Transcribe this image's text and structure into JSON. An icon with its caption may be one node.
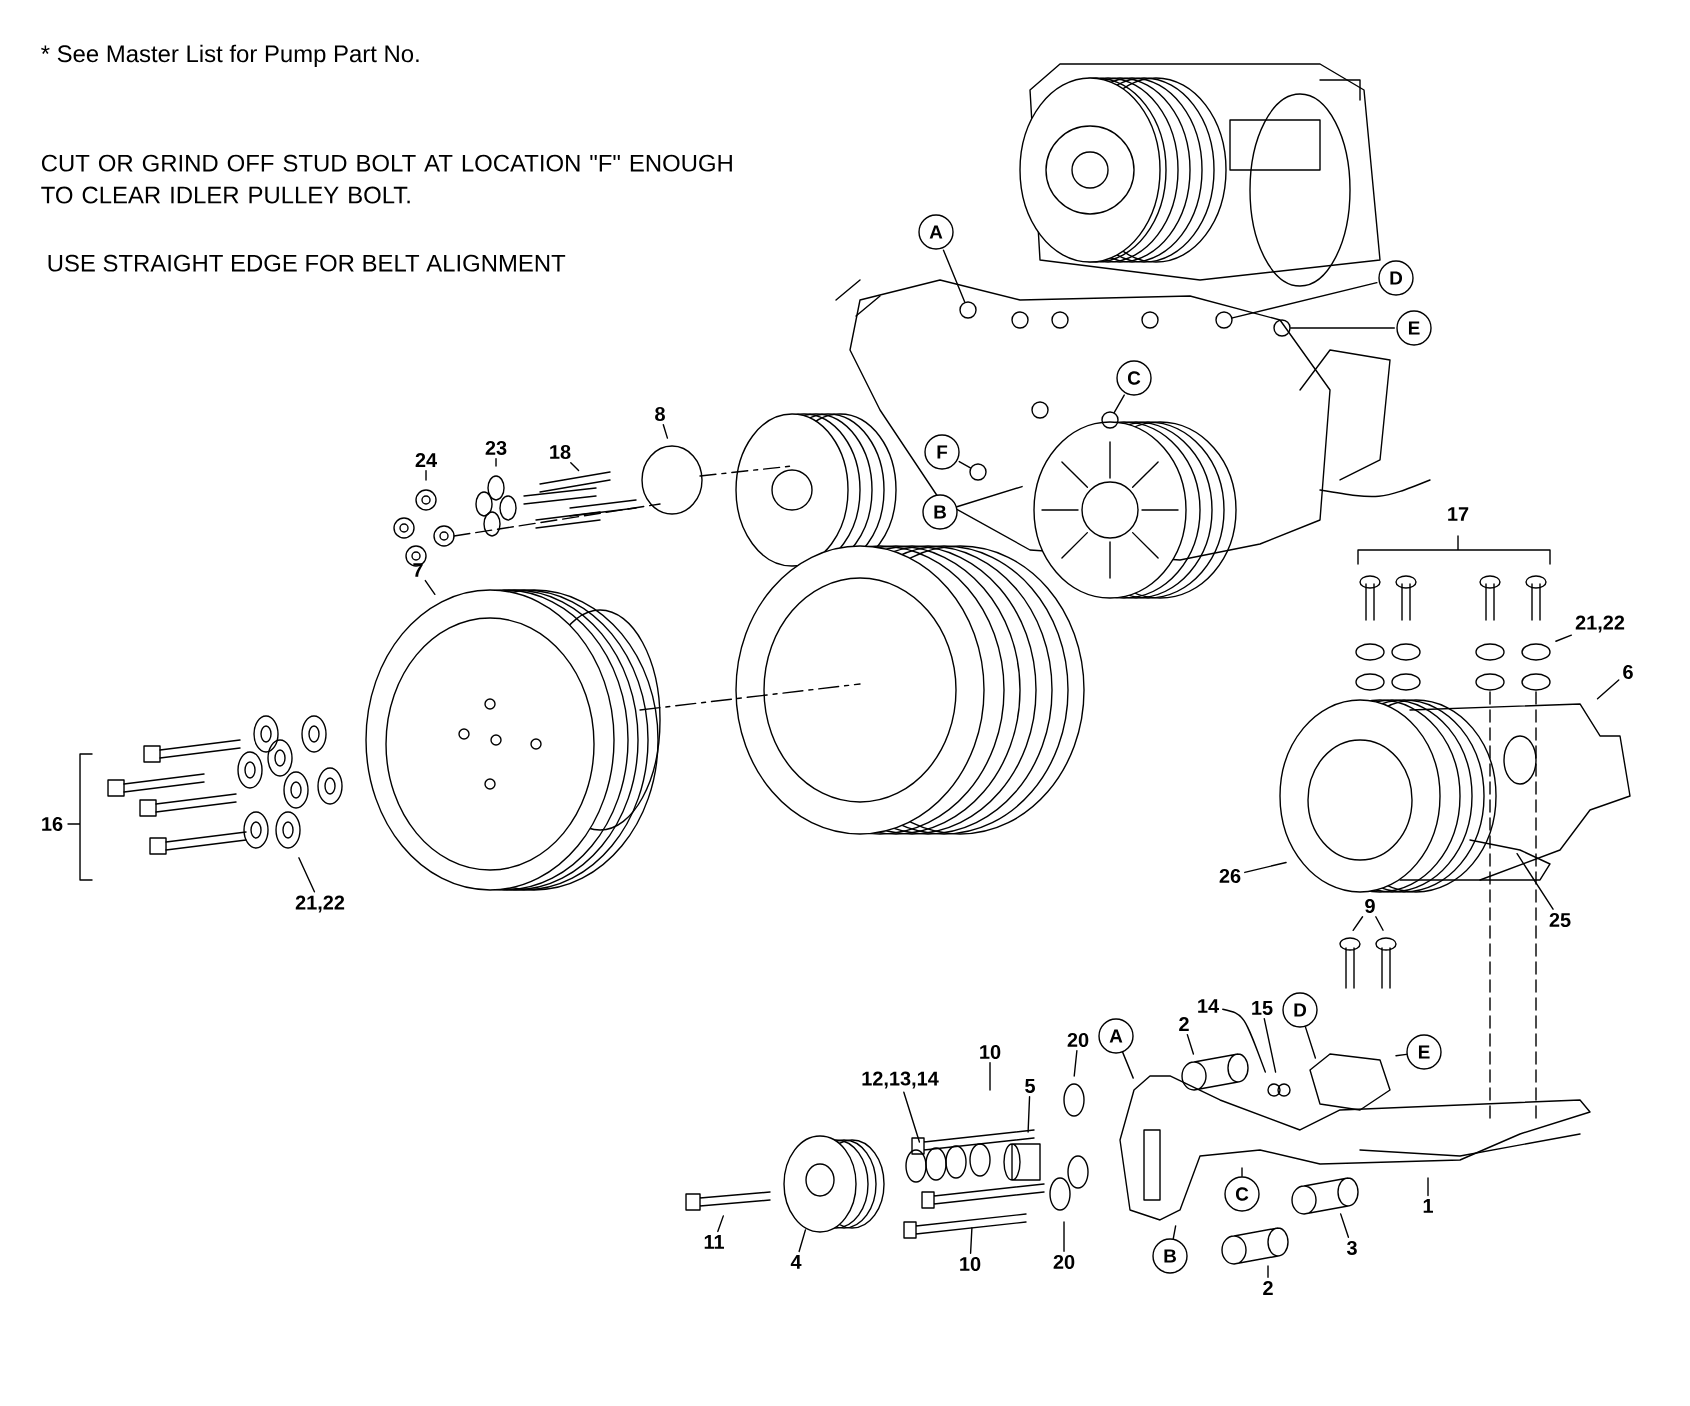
{
  "diagram": {
    "nodes": [
      {
        "text": [
          "A"
        ]
      },
      {
        "text": [
          "D"
        ]
      },
      {
        "text": [
          "E"
        ]
      },
      {
        "text": [
          "C"
        ]
      },
      {
        "text": [
          "F"
        ]
      },
      {
        "text": [
          "B"
        ]
      },
      {
        "text": [
          "24"
        ]
      },
      {
        "text": [
          "23"
        ]
      },
      {
        "text": [
          "18"
        ]
      },
      {
        "text": [
          "8"
        ]
      },
      {
        "text": [
          "7"
        ]
      },
      {
        "text": [
          "21,22"
        ]
      },
      {
        "text": [
          "6"
        ]
      },
      {
        "text": [
          "21,22"
        ]
      },
      {
        "text": [
          "26"
        ]
      },
      {
        "text": [
          "25"
        ]
      },
      {
        "text": [
          "9"
        ]
      },
      {
        "text": [
          "14"
        ]
      },
      {
        "text": [
          "15"
        ]
      },
      {
        "text": [
          "D"
        ]
      },
      {
        "text": [
          "2"
        ]
      },
      {
        "text": [
          "A"
        ]
      },
      {
        "text": [
          "E"
        ]
      },
      {
        "text": [
          "10"
        ]
      },
      {
        "text": [
          "20"
        ]
      },
      {
        "text": [
          "12,13,14"
        ]
      },
      {
        "text": [
          "5"
        ]
      },
      {
        "text": [
          "C"
        ]
      },
      {
        "text": [
          "11"
        ]
      },
      {
        "text": [
          "4"
        ]
      },
      {
        "text": [
          "10"
        ]
      },
      {
        "text": [
          "20"
        ]
      },
      {
        "text": [
          "B"
        ]
      },
      {
        "text": [
          "3"
        ]
      },
      {
        "text": [
          "2"
        ]
      },
      {
        "text": [
          "1"
        ]
      },
      {
        "text": [],
        "shape": "circle"
      },
      {
        "text": [],
        "shape": "circle"
      },
      {
        "text": [],
        "shape": "circle"
      },
      {
        "text": [],
        "shape": "circle"
      },
      {
        "text": [],
        "shape": "circle"
      }
    ],
    "edges": [
      {
        "from": 0,
        "to": 36,
        "arrow": "none"
      },
      {
        "from": 1,
        "to": 37,
        "arrow": "none"
      },
      {
        "from": 2,
        "to": 38,
        "arrow": "none"
      },
      {
        "from": 3,
        "to": 39,
        "arrow": "none"
      },
      {
        "from": 4,
        "to": 40,
        "arrow": "none"
      },
      {
        "from": 5,
        "to": null,
        "arrow": "none"
      },
      {
        "from": 6,
        "to": null,
        "arrow": "none"
      },
      {
        "from": 7,
        "to": null,
        "arrow": "none"
      },
      {
        "from": 8,
        "to": null,
        "arrow": "none"
      },
      {
        "from": 9,
        "to": null,
        "arrow": "none"
      },
      {
        "from": 10,
        "to": null,
        "arrow": "none"
      },
      {
        "from": 11,
        "to": null,
        "arrow": "none"
      },
      {
        "from": 12,
        "to": null,
        "arrow": "none"
      },
      {
        "from": 13,
        "to": null,
        "arrow": "none"
      },
      {
        "from": 14,
        "to": null,
        "arrow": "none"
      },
      {
        "from": 15,
        "to": null,
        "arrow": "none"
      },
      {
        "from": 16,
        "to": null,
        "arrow": "none"
      },
      {
        "from": 16,
        "to": null,
        "arrow": "none"
      },
      {
        "from": 17,
        "to": null,
        "arrow": "none"
      },
      {
        "from": 18,
        "to": null,
        "arrow": "none"
      },
      {
        "from": 19,
        "to": null,
        "arrow": "none"
      },
      {
        "from": 20,
        "to": null,
        "arrow": "none"
      },
      {
        "from": 21,
        "to": null,
        "arrow": "none"
      },
      {
        "from": 22,
        "to": null,
        "arrow": "none"
      },
      {
        "from": 23,
        "to": null,
        "arrow": "none"
      },
      {
        "from": 24,
        "to": null,
        "arrow": "none"
      },
      {
        "from": 25,
        "to": null,
        "arrow": "none"
      },
      {
        "from": 26,
        "to": null,
        "arrow": "none"
      },
      {
        "from": 27,
        "to": null,
        "arrow": "none"
      },
      {
        "from": 28,
        "to": null,
        "arrow": "none"
      },
      {
        "from": 29,
        "to": null,
        "arrow": "none"
      },
      {
        "from": 30,
        "to": null,
        "arrow": "none"
      },
      {
        "from": 31,
        "to": null,
        "arrow": "none"
      },
      {
        "from": 32,
        "to": null,
        "arrow": "none"
      },
      {
        "from": 33,
        "to": null,
        "arrow": "none"
      },
      {
        "from": 34,
        "to": null,
        "arrow": "none"
      },
      {
        "from": 35,
        "to": null,
        "arrow": "none"
      }
    ],
    "labels": [
      "* See Master List for Pump Part No.",
      "CUT OR GRIND OFF STUD BOLT AT LOCATION \"F\" ENOUGH TO CLEAR IDLER PULLEY BOLT.",
      "USE STRAIGHT EDGE FOR BELT ALIGNMENT",
      "17",
      "16"
    ]
  }
}
